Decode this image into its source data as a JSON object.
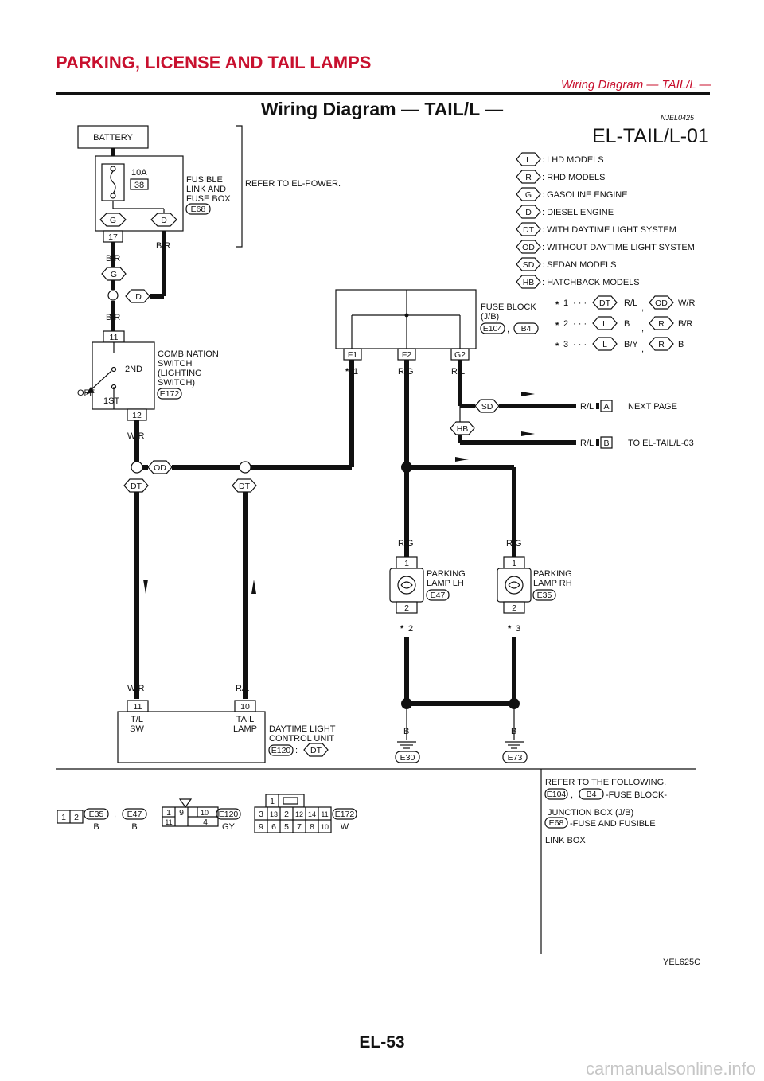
{
  "header": {
    "title": "PARKING, LICENSE AND TAIL LAMPS",
    "subtitle": "Wiring Diagram — TAIL/L —"
  },
  "section": {
    "title": "Wiring Diagram — TAIL/L —",
    "code": "NJEL0425",
    "diagram_id": "EL-TAIL/L-01"
  },
  "legend": [
    {
      "tag": "L",
      "text": ": LHD MODELS"
    },
    {
      "tag": "R",
      "text": ": RHD MODELS"
    },
    {
      "tag": "G",
      "text": ": GASOLINE ENGINE"
    },
    {
      "tag": "D",
      "text": ": DIESEL ENGINE"
    },
    {
      "tag": "DT",
      "text": ": WITH DAYTIME LIGHT SYSTEM"
    },
    {
      "tag": "OD",
      "text": ": WITHOUT DAYTIME LIGHT SYSTEM"
    },
    {
      "tag": "SD",
      "text": ": SEDAN MODELS"
    },
    {
      "tag": "HB",
      "text": ": HATCHBACK MODELS"
    }
  ],
  "star_notes": [
    {
      "label": "1",
      "tag_a": "DT",
      "color_a": "R/L",
      "tag_b": "OD",
      "color_b": "W/R"
    },
    {
      "label": "2",
      "tag_a": "L",
      "color_a": "B",
      "tag_b": "R",
      "color_b": "B/R"
    },
    {
      "label": "3",
      "tag_a": "L",
      "color_a": "B/Y",
      "tag_b": "R",
      "color_b": "B"
    }
  ],
  "components": {
    "battery": "BATTERY",
    "fuse": {
      "amps": "10A",
      "num": "38",
      "name_l1": "FUSIBLE",
      "name_l2": "LINK AND",
      "name_l3": "FUSE BOX",
      "conn": "E68",
      "refer": "REFER TO EL-POWER.",
      "pin": "17",
      "g": "G",
      "d": "D"
    },
    "switch": {
      "name_l1": "COMBINATION",
      "name_l2": "SWITCH",
      "name_l3": "(LIGHTING",
      "name_l4": "SWITCH)",
      "conn": "E172",
      "pin_top": "11",
      "pin_bot": "12",
      "pos_2nd": "2ND",
      "pos_1st": "1ST",
      "pos_off": "OFF"
    },
    "fuse_block": {
      "name_l1": "FUSE BLOCK",
      "name_l2": "(J/B)",
      "conn_a": "E104",
      "conn_b": "B4",
      "f1": "F1",
      "f2": "F2",
      "g2": "G2"
    },
    "lamp_lh": {
      "name_l1": "PARKING",
      "name_l2": "LAMP LH",
      "conn": "E47",
      "p1": "1",
      "p2": "2"
    },
    "lamp_rh": {
      "name_l1": "PARKING",
      "name_l2": "LAMP RH",
      "conn": "E35",
      "p1": "1",
      "p2": "2"
    },
    "dtcu": {
      "name_l1": "DAYTIME LIGHT",
      "name_l2": "CONTROL UNIT",
      "conn": "E120",
      "tag": "DT",
      "pin_a": "11",
      "pin_b": "10",
      "a_l1": "T/L",
      "a_l2": "SW",
      "b_l1": "TAIL",
      "b_l2": "LAMP"
    }
  },
  "wires": {
    "br1": "B/R",
    "br2": "B/R",
    "br3": "B/R",
    "wr1": "W/R",
    "wr2": "W/R",
    "rl1": "R/L",
    "rg_f2": "R/G",
    "rl_g2": "R/L",
    "rg_lh": "R/G",
    "rg_rh": "R/G",
    "b_lh": "B",
    "b_rh": "B",
    "rl_a": "R/L",
    "rl_b": "R/L",
    "star1": "1",
    "star2": "2",
    "star3": "3",
    "tag_g": "G",
    "tag_d": "D",
    "tag_od": "OD",
    "tag_dt1": "DT",
    "tag_dt2": "DT",
    "tag_sd": "SD",
    "tag_hb": "HB"
  },
  "connectors_out": {
    "a": {
      "letter": "A",
      "text": "NEXT PAGE"
    },
    "b": {
      "letter": "B",
      "text": "TO EL-TAIL/L-03"
    }
  },
  "grounds": {
    "lh": "E30",
    "rh": "E73"
  },
  "refer": {
    "l1": "REFER TO THE FOLLOWING.",
    "c1": "E104",
    "c2": "B4",
    "l2": "-FUSE BLOCK-",
    "l3": "JUNCTION BOX (J/B)",
    "c3": "E68",
    "l4": "-FUSE AND FUSIBLE",
    "l5": "LINK BOX"
  },
  "connector_views": {
    "v1": {
      "c1": "E35",
      "c2": "E47",
      "col1": "B",
      "col2": "B",
      "pins": [
        "1",
        "2"
      ]
    },
    "v2": {
      "code": "E120",
      "color": "GY",
      "pins": [
        "1",
        "9",
        "10",
        "11",
        "4"
      ]
    },
    "v3": {
      "code": "E172",
      "color": "W",
      "top": "1",
      "row1": [
        "3",
        "13",
        "2",
        "12",
        "14",
        "11"
      ],
      "row2": [
        "9",
        "6",
        "5",
        "7",
        "8",
        "10"
      ]
    }
  },
  "image_code": "YEL625C",
  "page_number": "EL-53",
  "watermark": "carmanualsonline.info"
}
